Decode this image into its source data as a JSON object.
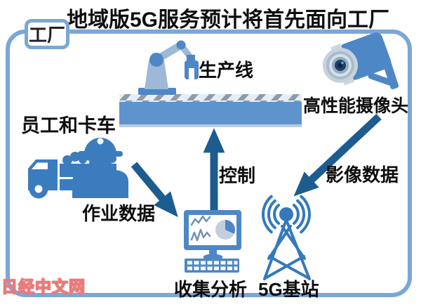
{
  "title": "地域版5G服务预计将首先面向工厂",
  "factory_box": {
    "label": "工厂"
  },
  "nodes": {
    "production_line": {
      "label": "生产线"
    },
    "camera": {
      "label": "高性能摄像头"
    },
    "workers_trucks": {
      "label": "员工和卡车"
    },
    "analysis": {
      "label": "收集分析"
    },
    "base_station": {
      "label": "5G基站"
    }
  },
  "flows": {
    "operation_data": {
      "label": "作业数据",
      "from": "workers_trucks",
      "to": "analysis"
    },
    "control": {
      "label": "控制",
      "from": "analysis",
      "to": "production_line"
    },
    "video_data": {
      "label": "影像数据",
      "from": "camera",
      "to": "base_station"
    }
  },
  "watermark": "日经中文网",
  "icons": {
    "robot_arm": "robot-arm-icon",
    "conveyor": "conveyor-belt-icon",
    "camera": "camera-icon",
    "truck": "truck-icon",
    "worker": "worker-icon",
    "monitor": "monitor-icon",
    "keyboard": "keyboard-icon",
    "tower": "5g-tower-icon",
    "radio_waves": "radio-waves-icon"
  },
  "colors": {
    "icon_blue": "#3b7cbe",
    "mid_blue": "#4d87c6",
    "steel_light": "#9db9d6",
    "belt_blue": "#5e93cb",
    "tower_blue": "#3579bb",
    "arrow_dark": "#1d5c8f",
    "border_blue": "#7aa7d6",
    "squiggle_blue": "#7291b4",
    "text_dark": "#0d0d0d",
    "watermark_fill": "#ffffff",
    "watermark_outline": "#e87b7b"
  }
}
